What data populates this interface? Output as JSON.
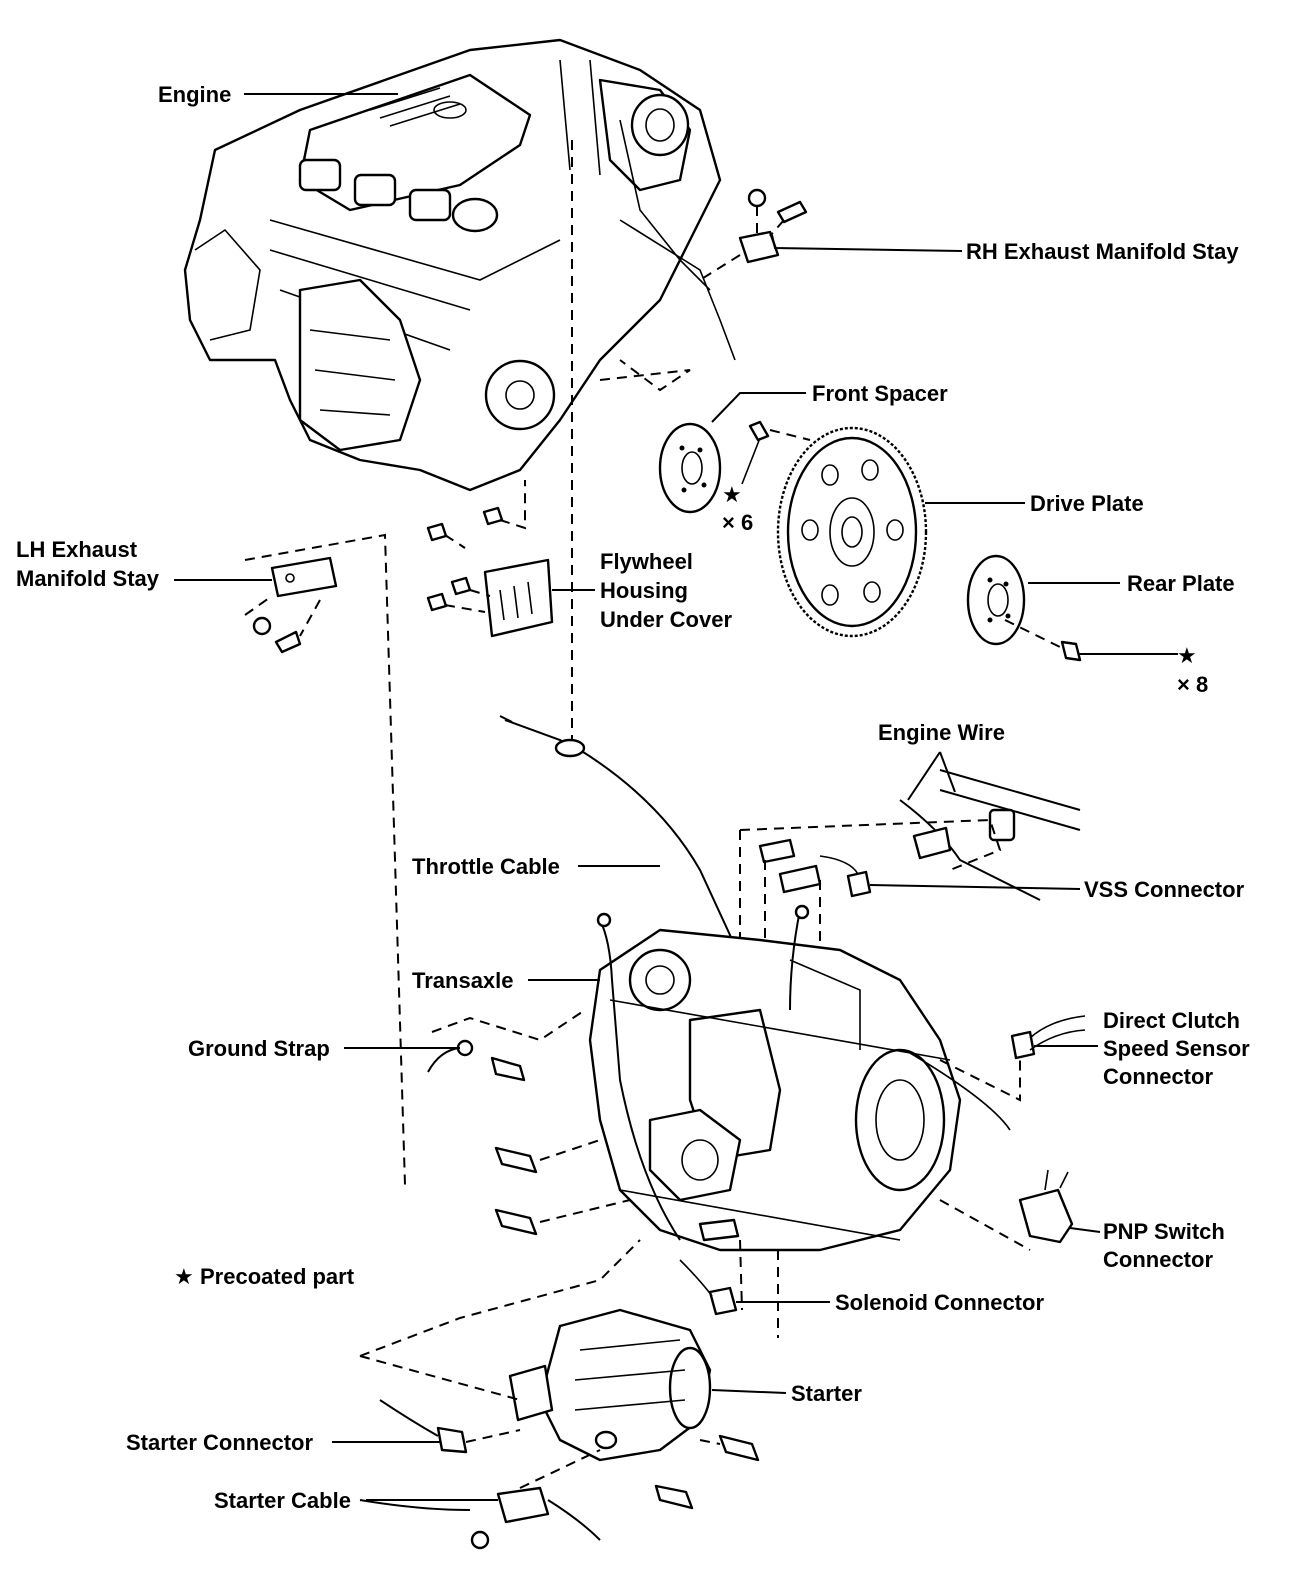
{
  "labels": {
    "engine": "Engine",
    "rh_exhaust_manifold_stay": "RH Exhaust Manifold Stay",
    "front_spacer": "Front Spacer",
    "drive_plate": "Drive Plate",
    "rear_plate": "Rear Plate",
    "lh_exhaust_manifold_stay": [
      "LH Exhaust",
      "Manifold Stay"
    ],
    "flywheel_housing_under_cover": [
      "Flywheel",
      "Housing",
      "Under Cover"
    ],
    "engine_wire": "Engine Wire",
    "throttle_cable": "Throttle Cable",
    "vss_connector": "VSS Connector",
    "transaxle": "Transaxle",
    "ground_strap": "Ground Strap",
    "direct_clutch_speed_sensor_connector": [
      "Direct Clutch",
      "Speed Sensor",
      "Connector"
    ],
    "pnp_switch_connector": [
      "PNP Switch",
      "Connector"
    ],
    "solenoid_connector": "Solenoid Connector",
    "starter": "Starter",
    "starter_connector": "Starter Connector",
    "starter_cable": "Starter Cable"
  },
  "precoat": {
    "count_drive_plate": "× 6",
    "count_rear_plate": "× 8",
    "legend": "Precoated part"
  },
  "icons": {
    "precoat_symbol": "★"
  }
}
